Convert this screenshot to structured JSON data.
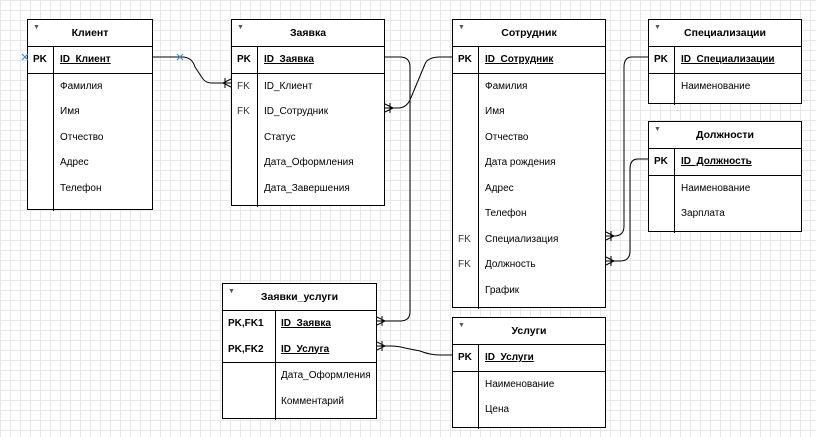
{
  "diagram": {
    "tables": [
      {
        "id": "klient",
        "title": "Клиент",
        "pk": [
          {
            "key": "PK",
            "name": "ID_Клиент"
          }
        ],
        "fields": [
          {
            "key": "",
            "name": "Фамилия"
          },
          {
            "key": "",
            "name": "Имя"
          },
          {
            "key": "",
            "name": "Отчество"
          },
          {
            "key": "",
            "name": "Адрес"
          },
          {
            "key": "",
            "name": "Телефон"
          }
        ]
      },
      {
        "id": "zayavka",
        "title": "Заявка",
        "pk": [
          {
            "key": "PK",
            "name": "ID_Заявка"
          }
        ],
        "fields": [
          {
            "key": "FK",
            "name": "ID_Клиент"
          },
          {
            "key": "FK",
            "name": "ID_Сотрудник"
          },
          {
            "key": "",
            "name": "Статус"
          },
          {
            "key": "",
            "name": "Дата_Оформления"
          },
          {
            "key": "",
            "name": "Дата_Завершения"
          }
        ]
      },
      {
        "id": "sotrudnik",
        "title": "Сотрудник",
        "pk": [
          {
            "key": "PK",
            "name": "ID_Сотрудник"
          }
        ],
        "fields": [
          {
            "key": "",
            "name": "Фамилия"
          },
          {
            "key": "",
            "name": "Имя"
          },
          {
            "key": "",
            "name": "Отчество"
          },
          {
            "key": "",
            "name": "Дата рождения"
          },
          {
            "key": "",
            "name": "Адрес"
          },
          {
            "key": "",
            "name": "Телефон"
          },
          {
            "key": "FK",
            "name": "Специализация"
          },
          {
            "key": "FK",
            "name": "Должность"
          },
          {
            "key": "",
            "name": "График"
          }
        ]
      },
      {
        "id": "spec",
        "title": "Специализации",
        "pk": [
          {
            "key": "PK",
            "name": "ID_Специализации"
          }
        ],
        "fields": [
          {
            "key": "",
            "name": "Наименование"
          }
        ]
      },
      {
        "id": "dolzh",
        "title": "Должности",
        "pk": [
          {
            "key": "PK",
            "name": "ID_Должность"
          }
        ],
        "fields": [
          {
            "key": "",
            "name": "Наименование"
          },
          {
            "key": "",
            "name": "Зарплата"
          }
        ]
      },
      {
        "id": "zu",
        "title": "Заявки_услуги",
        "pk": [
          {
            "key": "PK,FK1",
            "name": "ID_Заявка"
          },
          {
            "key": "PK,FK2",
            "name": "ID_Услуга"
          }
        ],
        "fields": [
          {
            "key": "",
            "name": "Дата_Оформления"
          },
          {
            "key": "",
            "name": "Комментарий"
          }
        ]
      },
      {
        "id": "uslugi",
        "title": "Услуги",
        "pk": [
          {
            "key": "PK",
            "name": "ID_Услуги"
          }
        ],
        "fields": [
          {
            "key": "",
            "name": "Наименование"
          },
          {
            "key": "",
            "name": "Цена"
          }
        ]
      }
    ],
    "relationships": [
      {
        "from": "Клиент.ID_Клиент",
        "to": "Заявка.ID_Клиент",
        "type": "one-to-many"
      },
      {
        "from": "Сотрудник.ID_Сотрудник",
        "to": "Заявка.ID_Сотрудник",
        "type": "one-to-many"
      },
      {
        "from": "Заявка.ID_Заявка",
        "to": "Заявки_услуги.ID_Заявка",
        "type": "one-to-many"
      },
      {
        "from": "Услуги.ID_Услуги",
        "to": "Заявки_услуги.ID_Услуга",
        "type": "one-to-many"
      },
      {
        "from": "Специализации.ID_Специализации",
        "to": "Сотрудник.Специализация",
        "type": "one-to-many"
      },
      {
        "from": "Должности.ID_Должность",
        "to": "Сотрудник.Должность",
        "type": "one-to-many"
      }
    ]
  }
}
